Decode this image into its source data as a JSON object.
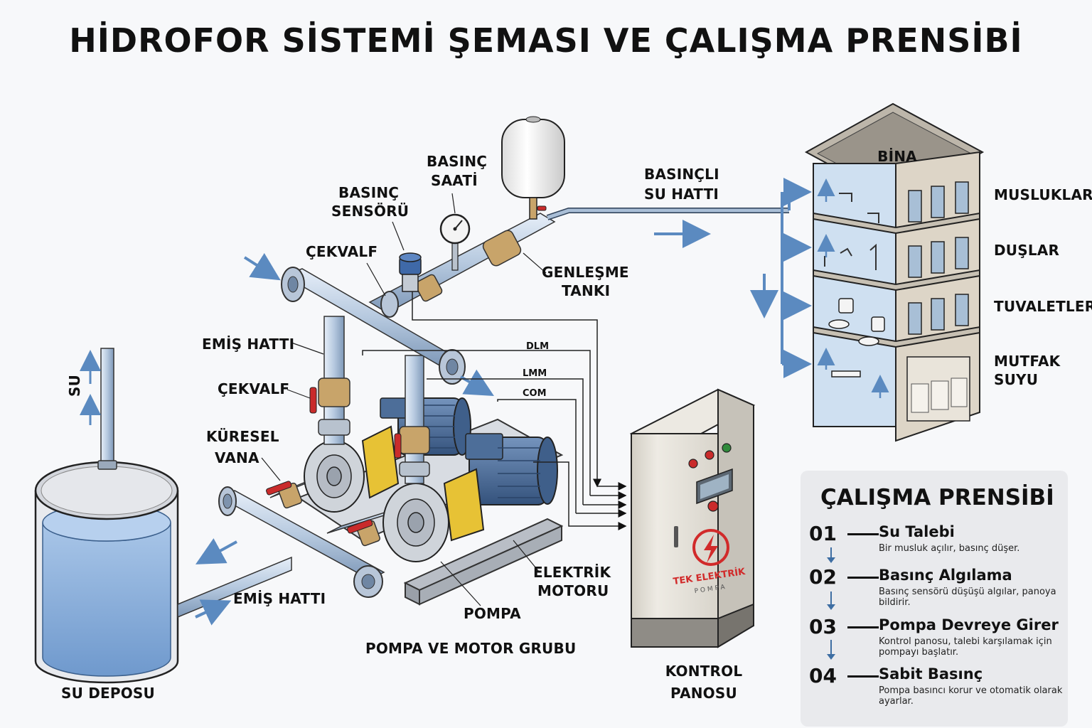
{
  "title": "HİDROFOR SİSTEMİ ŞEMASI VE ÇALIŞMA PRENSİBİ",
  "labels": {
    "su": "SU",
    "su_deposu": "SU DEPOSU",
    "emis_hatti_top": "EMİŞ HATTI",
    "emis_hatti_bottom": "EMİŞ HATTI",
    "cekvalf_left": "ÇEKVALF",
    "cekvalf_top": "ÇEKVALF",
    "kuresel_vana_1": "KÜRESEL",
    "kuresel_vana_2": "VANA",
    "basinc_sensoru_1": "BASINÇ",
    "basinc_sensoru_2": "SENSÖRÜ",
    "basinc_saati_1": "BASINÇ",
    "basinc_saati_2": "SAATİ",
    "genlesme_tanki_1": "GENLEŞME",
    "genlesme_tanki_2": "TANKI",
    "basincli_su_hatti_1": "BASINÇLI",
    "basincli_su_hatti_2": "SU HATTI",
    "pompa": "POMPA",
    "elektrik_motoru_1": "ELEKTRİK",
    "elektrik_motoru_2": "MOTORU",
    "pompa_motor_grubu": "POMPA VE MOTOR GRUBU",
    "kontrol_panosu_1": "KONTROL",
    "kontrol_panosu_2": "PANOSU",
    "bina": "BİNA",
    "musluklar": "MUSLUKLAR",
    "duslar": "DUŞLAR",
    "tuvaletler": "TUVALETLER",
    "mutfak_suyu_1": "MUTFAK",
    "mutfak_suyu_2": "SUYU",
    "dlm": "DLM",
    "lmm": "LMM",
    "com": "COM"
  },
  "panel_logo": {
    "brand": "TEK ELEKTRİK",
    "sub": "POMPA"
  },
  "principle": {
    "heading": "ÇALIŞMA PRENSİBİ",
    "steps": [
      {
        "num": "01",
        "title": "Su Talebi",
        "desc": "Bir musluk açılır, basınç düşer."
      },
      {
        "num": "02",
        "title": "Basınç Algılama",
        "desc": "Basınç sensörü düşüşü algılar, panoya bildirir."
      },
      {
        "num": "03",
        "title": "Pompa Devreye Girer",
        "desc": "Kontrol panosu, talebi karşılamak için pompayı başlatır."
      },
      {
        "num": "04",
        "title": "Sabit Basınç",
        "desc": "Pompa basıncı korur ve otomatik olarak ayarlar."
      }
    ]
  },
  "colors": {
    "water": "#8fb4de",
    "pipe": "#b9cbe0",
    "motor": "#4a6d99",
    "coupling": "#e7c235",
    "brass": "#c8a46a",
    "valve_red": "#c92b2b",
    "arrow": "#5b8ac0",
    "panel": "#e4e1d9",
    "building": "#dcd4c6"
  }
}
